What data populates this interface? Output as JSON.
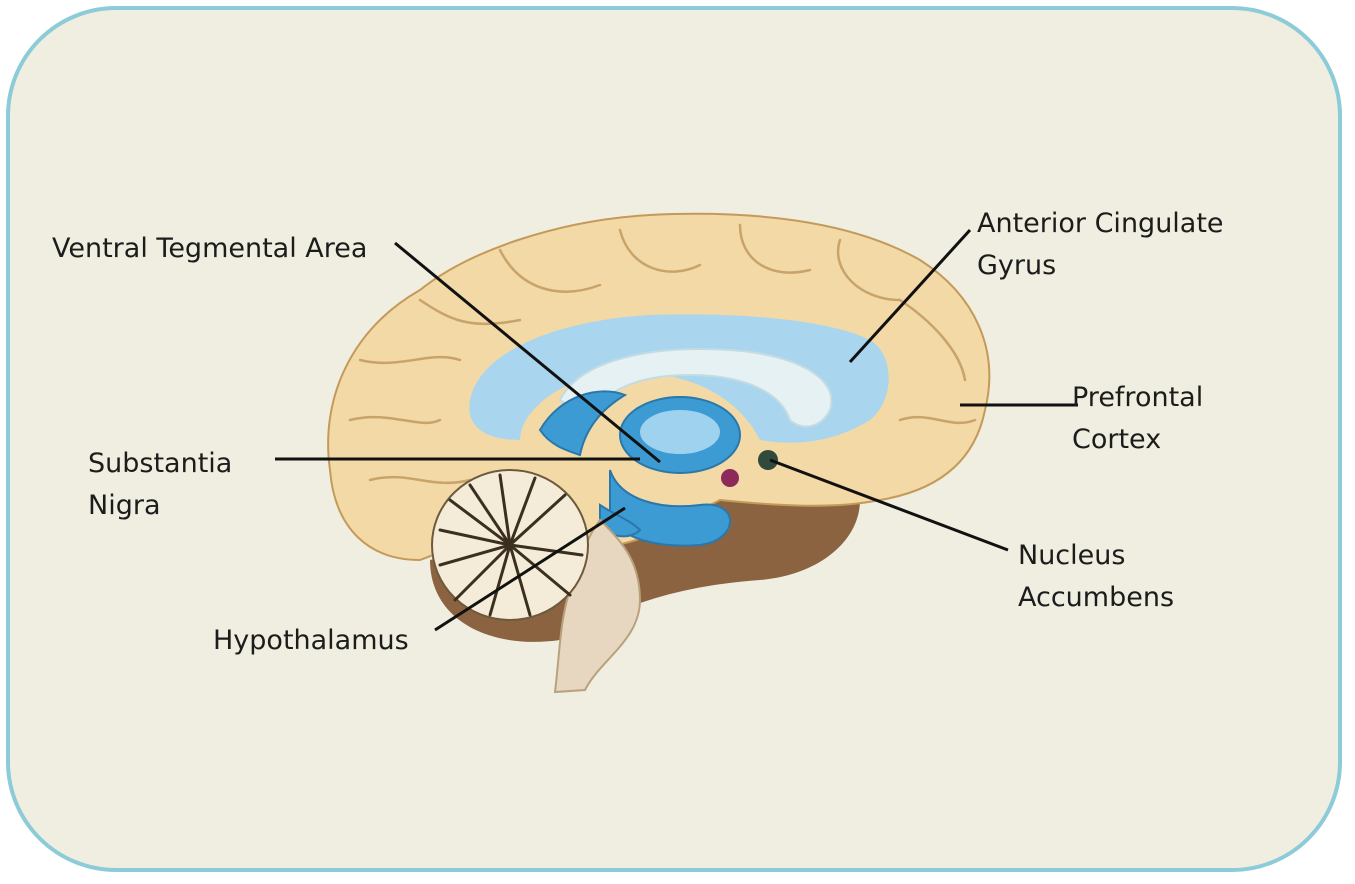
{
  "labels": {
    "vta": "Ventral Tegmental Area",
    "acg_line1": "Anterior Cingulate",
    "acg_line2": "Gyrus",
    "pfc_line1": "Prefrontal",
    "pfc_line2": "Cortex",
    "sn_line1": "Substantia",
    "sn_line2": "Nigra",
    "nacc_line1": "Nucleus",
    "nacc_line2": "Accumbens",
    "hypothalamus": "Hypothalamus"
  },
  "colors": {
    "background": "#efeee0",
    "border": "#8ccbd8",
    "cortex": "#f2d9a6",
    "limbic_blue": "#3d9bd3",
    "light_blue": "#a9d6ee",
    "cerebellum": "#f4ecd8",
    "brainstem": "#e8d7c0",
    "brown": "#7a4a24",
    "leader_line": "#111111"
  }
}
